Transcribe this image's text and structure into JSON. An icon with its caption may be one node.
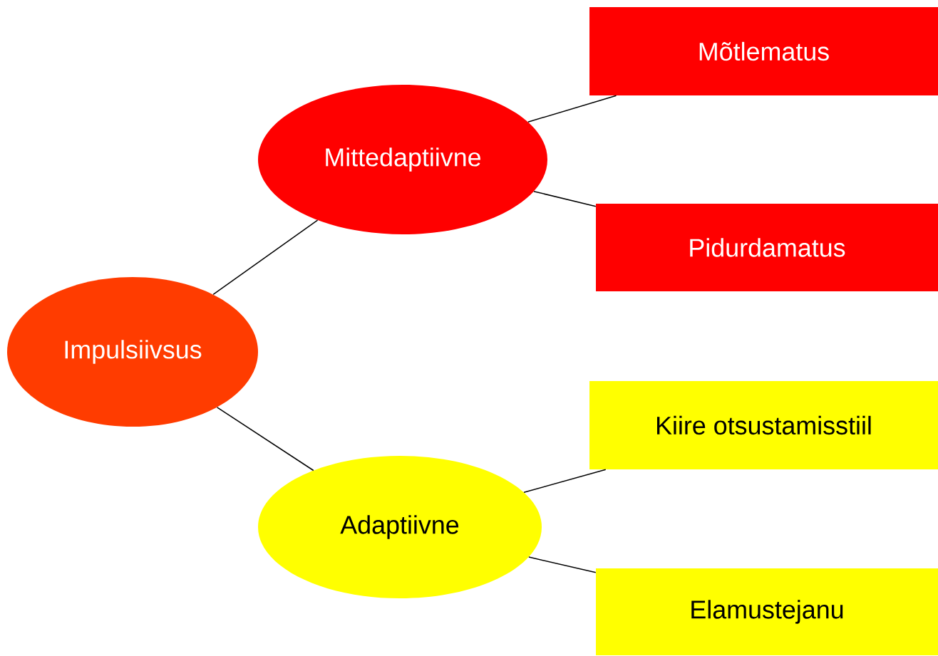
{
  "diagram": {
    "nodes": [
      {
        "text": [
          "Impulsiivsus"
        ]
      },
      {
        "text": [
          "Mittedaptiivne"
        ]
      },
      {
        "text": [
          "Mõtlematus"
        ]
      },
      {
        "text": [
          "Pidurdamatus"
        ]
      },
      {
        "text": [
          "Adaptiivne"
        ]
      },
      {
        "text": [
          "Kiire otsustamisstiil"
        ]
      },
      {
        "text": [
          "Elamustejanu"
        ]
      }
    ],
    "edges": [
      {
        "from": 0,
        "to": 1,
        "arrow": "none"
      },
      {
        "from": 0,
        "to": 4,
        "arrow": "none"
      },
      {
        "from": 1,
        "to": 2,
        "arrow": "none"
      },
      {
        "from": 1,
        "to": 3,
        "arrow": "none"
      },
      {
        "from": 4,
        "to": 5,
        "arrow": "none"
      },
      {
        "from": 4,
        "to": 6,
        "arrow": "none"
      }
    ]
  }
}
